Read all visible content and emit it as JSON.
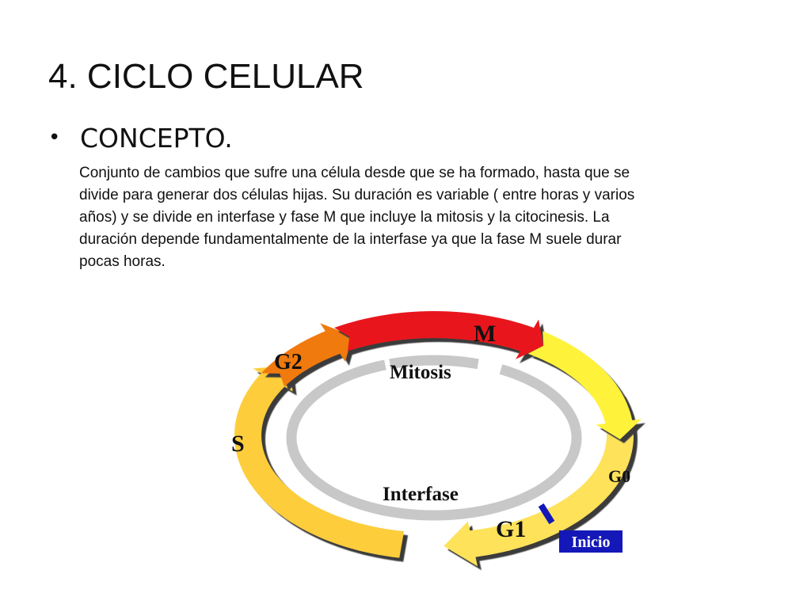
{
  "slide": {
    "title": "4. CICLO CELULAR",
    "bullet_symbol": "•",
    "bullet_heading": "CONCEPTO.",
    "body_lines": [
      "Conjunto de cambios que sufre una célula desde que se ha formado, hasta que se",
      "divide para generar dos células hijas. Su duración es variable ( entre horas y varios",
      "años) y se divide en interfase y fase M  que incluye la mitosis y la citocinesis. La",
      "duración depende fundamentalmente de la interfase ya que la fase M suele durar",
      "pocas horas."
    ]
  },
  "diagram": {
    "phases": {
      "m": "M",
      "g2": "G2",
      "s": "S",
      "g1": "G1",
      "g0": "G0"
    },
    "mitosis_label": "Mitosis",
    "interfase_label": "Interfase",
    "inicio_label": "Inicio",
    "colors": {
      "m": "#e8131b",
      "g2": "#f07a10",
      "s": "#fdcd3a",
      "g1": "#fde25a",
      "g0": "#fff23a",
      "checkpoint": "#1418b8",
      "inner_ring": "#c8c8c8",
      "shadow": "#3a3a3a"
    }
  }
}
